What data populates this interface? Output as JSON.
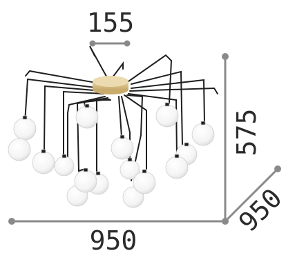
{
  "dimensions": {
    "canopy_diameter": "155",
    "height": "575",
    "width": "950",
    "depth": "950"
  },
  "colors": {
    "dimension_line": "#8a8a8a",
    "text": "#2a2a2a",
    "arm": "#1f1f1f",
    "canopy": "#d9c08c",
    "globe": "#ffffff",
    "globe_shade": "#e9e9e9"
  }
}
